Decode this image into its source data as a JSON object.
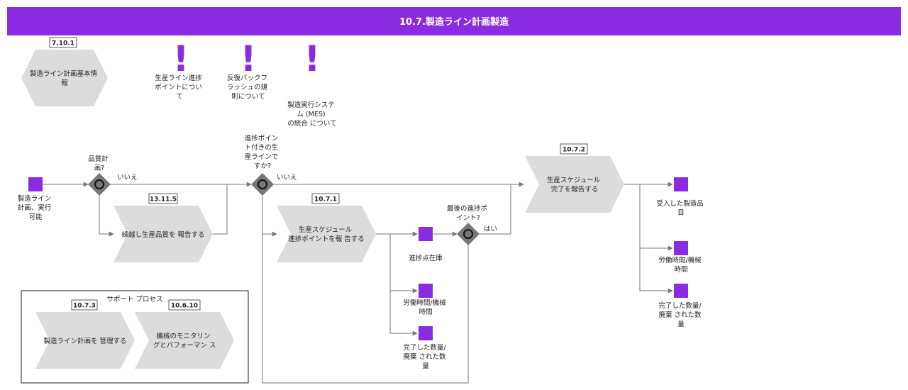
{
  "title": "10.7.製造ライン計画製造",
  "colors": {
    "accent": "#8a2be2",
    "shape": "#dcdcdc",
    "gateway": "#777777",
    "line": "#777777"
  },
  "hexagon": {
    "badge": "7.10.1",
    "lines": [
      "製造ライン計画基本情",
      "報"
    ]
  },
  "notes": [
    {
      "lines": [
        "生産ライン進捗",
        "ポイントについ",
        "て"
      ]
    },
    {
      "lines": [
        "反復バックフ",
        "ラッシュの規",
        "則について"
      ]
    },
    {
      "lines": [
        "製造実行システ",
        "ム (MES)",
        "の統合 について"
      ]
    }
  ],
  "start_event": {
    "lines": [
      "製造ライン",
      "計画、実行",
      "可能"
    ]
  },
  "gateways": [
    {
      "lines": [
        "品質計",
        "画?"
      ],
      "no_label": "いいえ"
    },
    {
      "lines": [
        "進捗ポイン",
        "ト付きの生",
        "産ラインで",
        "すか?"
      ],
      "no_label": "いいえ"
    },
    {
      "lines": [
        "最後の進捗ポ",
        "イント?"
      ],
      "yes_label": "はい"
    }
  ],
  "processes": [
    {
      "badge": "13.11.5",
      "lines": [
        "繰越し生産品質を 報告する"
      ]
    },
    {
      "badge": "10.7.1",
      "lines": [
        "生産スケジュール",
        "進捗ポイントを報 告する"
      ]
    },
    {
      "badge": "10.7.2",
      "lines": [
        "生産スケジュール",
        "完了を報告する"
      ]
    }
  ],
  "mid_outputs": [
    {
      "lines": [
        "進捗点在庫"
      ]
    },
    {
      "lines": [
        "労働時間/機械",
        "時間"
      ]
    },
    {
      "lines": [
        "完了した数量/",
        "廃棄 された数",
        "量"
      ]
    }
  ],
  "final_outputs": [
    {
      "lines": [
        "受入した製造品",
        "目"
      ]
    },
    {
      "lines": [
        "労働時間/機械",
        "時間"
      ]
    },
    {
      "lines": [
        "完了した数量/",
        "廃棄 された数",
        "量"
      ]
    }
  ],
  "support": {
    "label": "サポート プロセス",
    "processes": [
      {
        "badge": "10.7.3",
        "lines": [
          "製造ライン計画を 管理する"
        ]
      },
      {
        "badge": "10.6.10",
        "lines": [
          "機械のモニタリン",
          "グとパフォーマン ス"
        ]
      }
    ]
  }
}
